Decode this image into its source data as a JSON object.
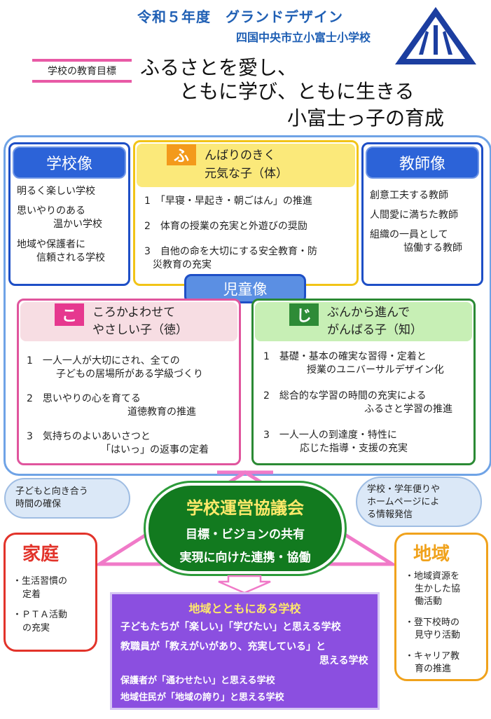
{
  "header": {
    "title": "令和５年度　グランドデザイン",
    "school": "四国中央市立小富士小学校"
  },
  "goal": {
    "label": "学校の教育目標",
    "line1": "ふるさとを愛し、",
    "line2": "ともに学び、ともに生きる",
    "line3": "小富士っ子の育成"
  },
  "school_image": {
    "title": "学校像",
    "items": [
      [
        "明るく楽しい学校"
      ],
      [
        "思いやりのある",
        "温かい学校"
      ],
      [
        "地域や保護者に",
        "信頼される学校"
      ]
    ]
  },
  "teacher_image": {
    "title": "教師像",
    "items": [
      [
        "創意工夫する教師"
      ],
      [
        "人間愛に満ちた教師"
      ],
      [
        "組織の一員として",
        "協働する教師"
      ]
    ]
  },
  "fu": {
    "char": "ふ",
    "title1": "んばりのきく",
    "title2": "元気な子（体）",
    "items": [
      [
        "1　「早寝・早起き・朝ごはん」の推進"
      ],
      [
        "2　体育の授業の充実と外遊びの奨励"
      ],
      [
        "3　自他の命を大切にする安全教育・防",
        "災教育の充実"
      ]
    ]
  },
  "child_image": {
    "title": "児童像"
  },
  "ko": {
    "char": "こ",
    "title1": "ころかよわせて",
    "title2": "やさしい子（徳）",
    "items": [
      [
        "1　一人一人が大切にされ、全ての",
        "子どもの居場所がある学級づくり"
      ],
      [
        "2　思いやりの心を育てる",
        "道徳教育の推進"
      ],
      [
        "3　気持ちのよいあいさつと",
        "「はいっ」の返事の定着"
      ]
    ]
  },
  "ji": {
    "char": "じ",
    "title1": "ぶんから進んで",
    "title2": "がんばる子（知）",
    "items": [
      [
        "1　基礎・基本の確実な習得・定着と",
        "授業のユニバーサルデザイン化"
      ],
      [
        "2　総合的な学習の時間の充実による",
        "ふるさと学習の推進"
      ],
      [
        "3　一人一人の到達度・特性に",
        "応じた指導・支援の充実"
      ]
    ]
  },
  "cloud_left": {
    "line1": "子どもと向き合う",
    "line2": "時間の確保"
  },
  "cloud_right": {
    "line1": "学校・学年便りや",
    "line2": "ホームページによ",
    "line3": "る情報発信"
  },
  "council": {
    "title": "学校運営協議会",
    "line1": "目標・ビジョンの共有",
    "line2": "実現に向けた連携・協働"
  },
  "home": {
    "title": "家庭",
    "items": [
      [
        "・生活習慣の",
        "定着"
      ],
      [
        "・ＰＴＡ活動",
        "の充実"
      ]
    ]
  },
  "community": {
    "title": "地域",
    "items": [
      [
        "・地域資源を",
        "生かした協",
        "働活動"
      ],
      [
        "・登下校時の",
        "見守り活動"
      ],
      [
        "・キャリア教",
        "育の推進"
      ]
    ]
  },
  "together": {
    "title": "地域とともにある学校",
    "l1": "子どもたちが「楽しい」「学びたい」と思える学校",
    "l2": "教職員が「教えがいがあり、充実している」と",
    "l2b": "思える学校",
    "l3": "保護者が「通わせたい」と思える学校",
    "l4": "地域住民が「地域の誇り」と思える学校"
  },
  "colors": {
    "blue": "#2a5fd0",
    "yellow": "#f6cf27",
    "pink": "#e46aa6",
    "green": "#2b8a34",
    "red": "#e2332a",
    "orange": "#f0a21c",
    "purple": "#8b4fe0"
  },
  "icons": {
    "emblem": "mountain-emblem-icon"
  }
}
